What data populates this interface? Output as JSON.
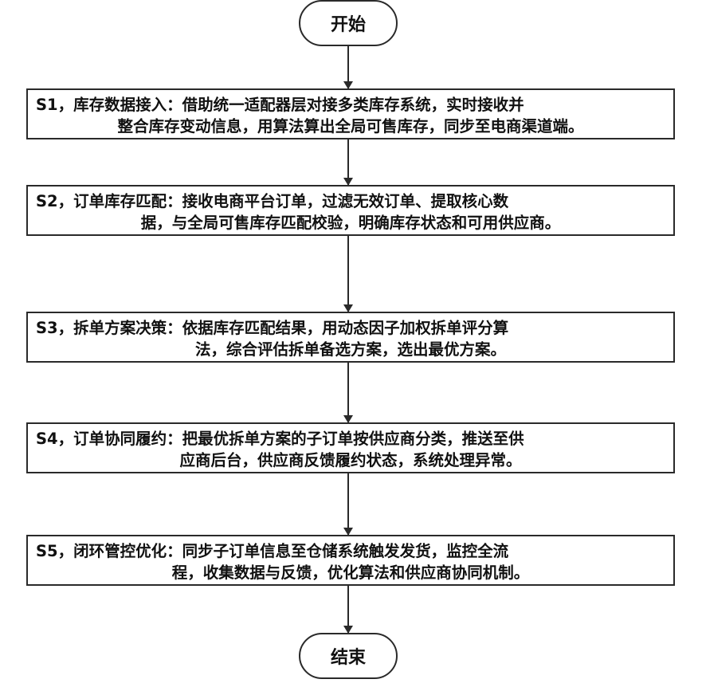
{
  "start": "开始",
  "end": "结束",
  "steps": [
    {
      "line1": "S1，库存数据接入：借助统一适配器层对接多类库存系统，实时接收并",
      "line2": "整合库存变动信息，用算法算出全局可售库存，同步至电商渠道端。"
    },
    {
      "line1": "S2，订单库存匹配：接收电商平台订单，过滤无效订单、提取核心数",
      "line2": "据，与全局可售库存匹配校验，明确库存状态和可用供应商。"
    },
    {
      "line1": "S3，拆单方案决策：依据库存匹配结果，用动态因子加权拆单评分算",
      "line2": "法，综合评估拆单备选方案，选出最优方案。"
    },
    {
      "line1": "S4，订单协同履约：把最优拆单方案的子订单按供应商分类，推送至供",
      "line2": "应商后台，供应商反馈履约状态，系统处理异常。"
    },
    {
      "line1": "S5，闭环管控优化：同步子订单信息至仓储系统触发发货，监控全流",
      "line2": "程，收集数据与反馈，优化算法和供应商协同机制。"
    }
  ]
}
